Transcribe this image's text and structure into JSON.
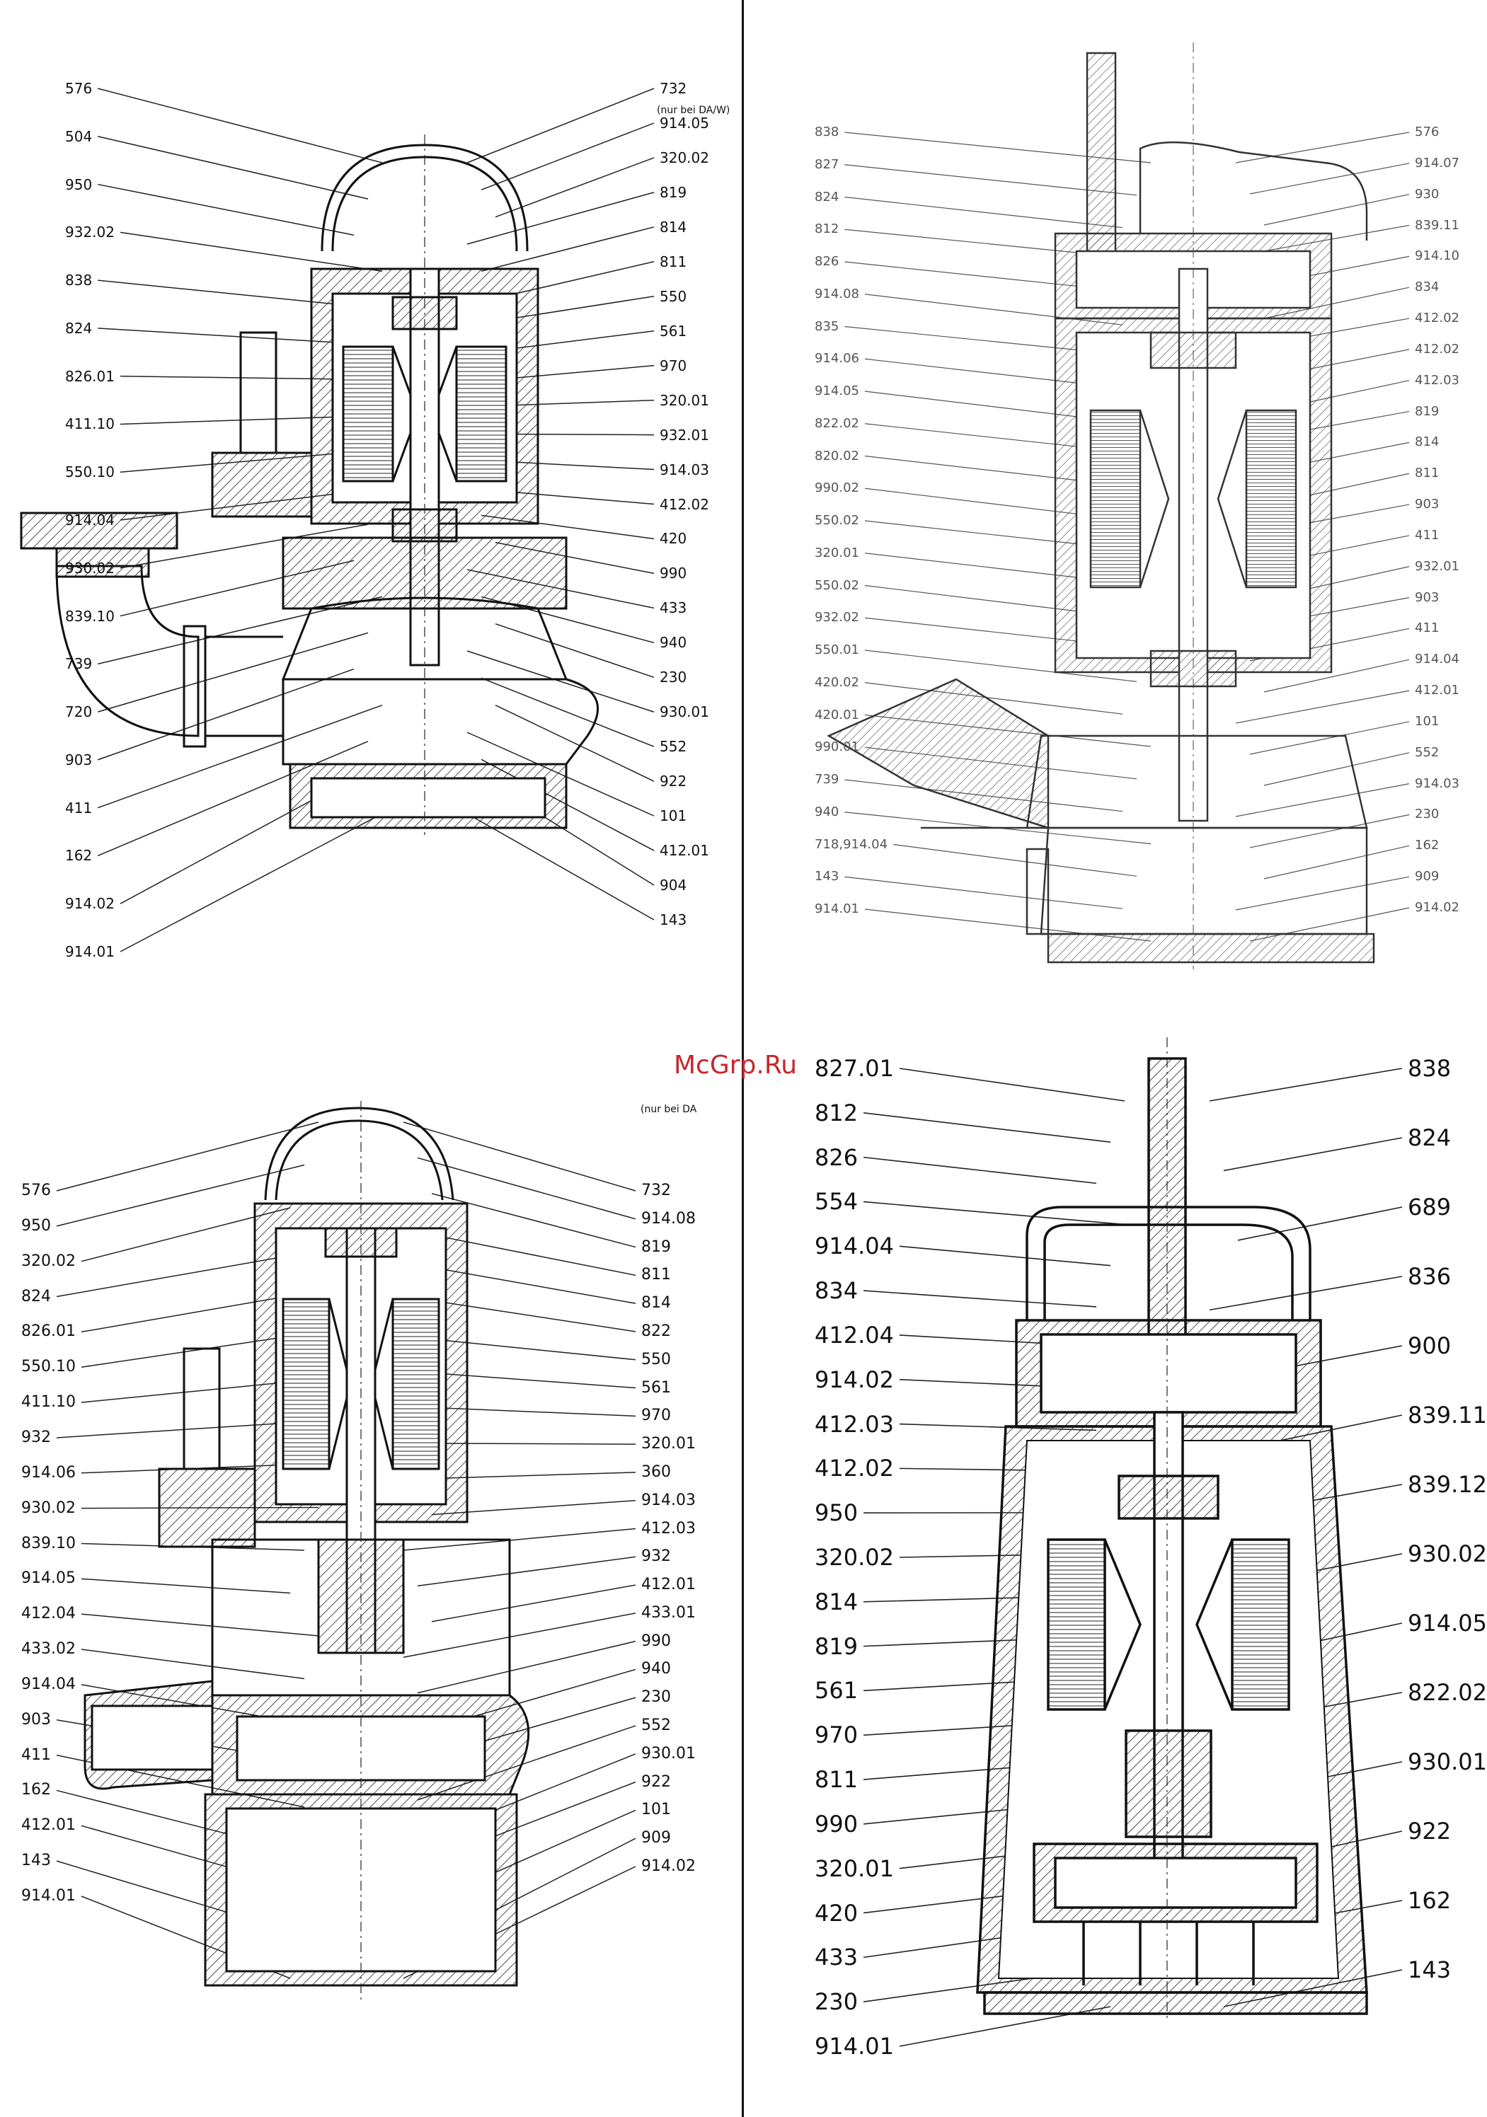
{
  "watermark": "McGrp.Ru",
  "drawings": [
    {
      "id": "q1",
      "note": "(nur bei DA/W)",
      "left_labels": [
        "576",
        "504",
        "950",
        "932.02",
        "838",
        "824",
        "826.01",
        "411.10",
        "550.10",
        "914.04",
        "930.02",
        "839.10",
        "739",
        "720",
        "903",
        "411",
        "162",
        "914.02",
        "914.01"
      ],
      "right_labels": [
        "732",
        "914.05",
        "320.02",
        "819",
        "814",
        "811",
        "550",
        "561",
        "970",
        "320.01",
        "932.01",
        "914.03",
        "412.02",
        "420",
        "990",
        "433",
        "940",
        "230",
        "930.01",
        "552",
        "922",
        "101",
        "412.01",
        "904",
        "143"
      ]
    },
    {
      "id": "q2",
      "left_labels": [
        "838",
        "827",
        "824",
        "812",
        "826",
        "914.08",
        "835",
        "914.06",
        "914.05",
        "822.02",
        "820.02",
        "990.02",
        "550.02",
        "320.01",
        "550.02",
        "932.02",
        "550.01",
        "420.02",
        "420.01",
        "990.01",
        "739",
        "940",
        "718,914.04",
        "143",
        "914.01"
      ],
      "right_labels": [
        "576",
        "914.07",
        "930",
        "839.11",
        "914.10",
        "834",
        "412.02",
        "412.02",
        "412.03",
        "819",
        "814",
        "811",
        "903",
        "411",
        "932.01",
        "903",
        "411",
        "914.04",
        "412.01",
        "101",
        "552",
        "914.03",
        "230",
        "162",
        "909",
        "914.02"
      ]
    },
    {
      "id": "q3",
      "note": "(nur bei DA",
      "left_labels": [
        "576",
        "950",
        "320.02",
        "824",
        "826.01",
        "550.10",
        "411.10",
        "932",
        "914.06",
        "930.02",
        "839.10",
        "914.05",
        "412.04",
        "433.02",
        "914.04",
        "903",
        "411",
        "162",
        "412.01",
        "143",
        "914.01"
      ],
      "right_labels": [
        "732",
        "914.08",
        "819",
        "811",
        "814",
        "822",
        "550",
        "561",
        "970",
        "320.01",
        "360",
        "914.03",
        "412.03",
        "932",
        "412.01",
        "433.01",
        "990",
        "940",
        "230",
        "552",
        "930.01",
        "922",
        "101",
        "909",
        "914.02"
      ]
    },
    {
      "id": "q4",
      "left_labels": [
        "827.01",
        "812",
        "826",
        "554",
        "914.04",
        "834",
        "412.04",
        "914.02",
        "412.03",
        "412.02",
        "950",
        "320.02",
        "814",
        "819",
        "561",
        "970",
        "811",
        "990",
        "320.01",
        "420",
        "433",
        "230",
        "914.01"
      ],
      "right_labels": [
        "838",
        "824",
        "689",
        "836",
        "900",
        "839.11",
        "839.12",
        "930.02",
        "914.05",
        "822.02",
        "930.01",
        "922",
        "162",
        "143"
      ]
    }
  ]
}
